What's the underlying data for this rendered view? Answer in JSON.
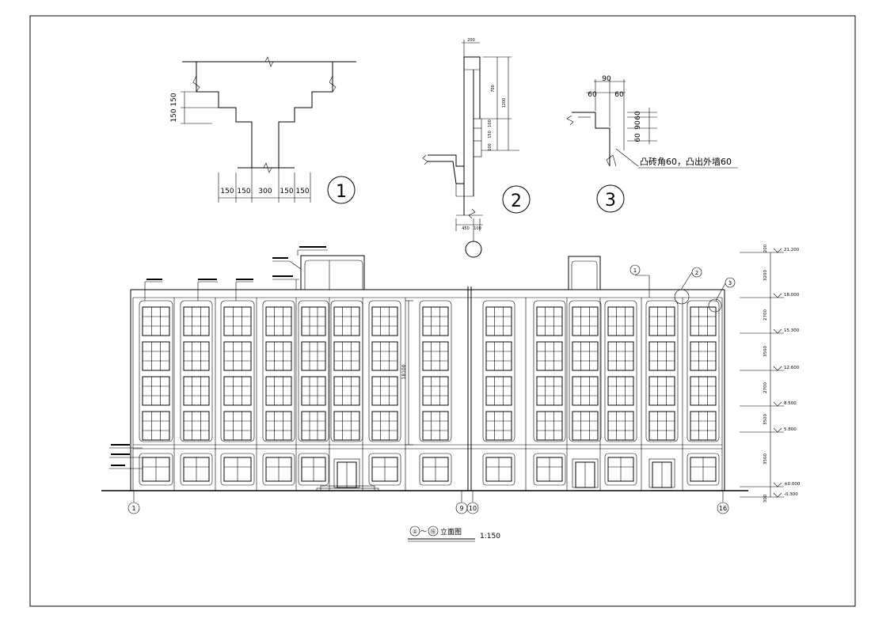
{
  "detail1": {
    "number": "1",
    "dim_vertical": [
      "150",
      "150"
    ],
    "dim_horizontal": [
      "150",
      "150",
      "300",
      "150",
      "150"
    ]
  },
  "detail2": {
    "number": "2",
    "dim_top": "200",
    "dim_right": [
      "700",
      "1200"
    ],
    "dim_small": [
      "100",
      "150",
      "100"
    ],
    "dim_bottom": [
      "450",
      "100"
    ]
  },
  "detail3": {
    "number": "3",
    "dim_top": [
      "90",
      "60",
      "60"
    ],
    "dim_right": [
      "60",
      "90",
      "60"
    ],
    "note": "凸砖角60，凸出外墙60"
  },
  "elevation": {
    "title_axes": [
      "①",
      "⑯"
    ],
    "title_sep": "～",
    "title_text": "立面图",
    "scale": "1:150",
    "axis_labels": [
      "1",
      "9",
      "10",
      "16"
    ],
    "callouts": [
      "1",
      "2",
      "3"
    ],
    "levels": [
      "21.200",
      "18.000",
      "15.300",
      "12.600",
      "8.500",
      "5.800",
      "±0.000",
      "-0.300"
    ],
    "dims_right": [
      "200",
      "3200",
      "2700",
      "3500",
      "2700",
      "3500",
      "3500",
      "300"
    ],
    "dim_center": "18100"
  }
}
